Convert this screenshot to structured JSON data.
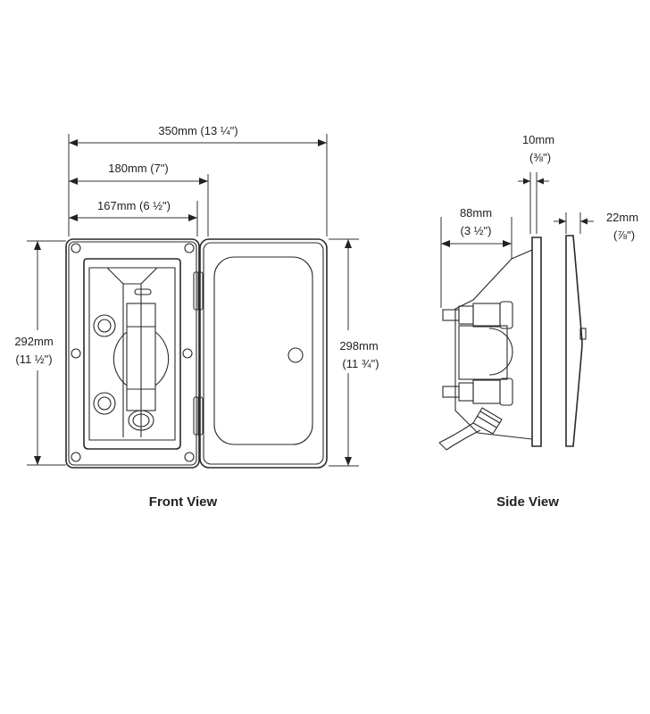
{
  "dimensions": {
    "width_350": "350mm (13 ¼\")",
    "width_180": "180mm (7\")",
    "width_167": "167mm (6 ½\")",
    "height_292_mm": "292mm",
    "height_292_in": "(11 ½\")",
    "height_298_mm": "298mm",
    "height_298_in": "(11 ¾\")",
    "depth_10_mm": "10mm",
    "depth_10_in": "(⅜\")",
    "depth_88_mm": "88mm",
    "depth_88_in": "(3 ½\")",
    "depth_22_mm": "22mm",
    "depth_22_in": "(⅞\")"
  },
  "captions": {
    "front": "Front View",
    "side": "Side View"
  }
}
